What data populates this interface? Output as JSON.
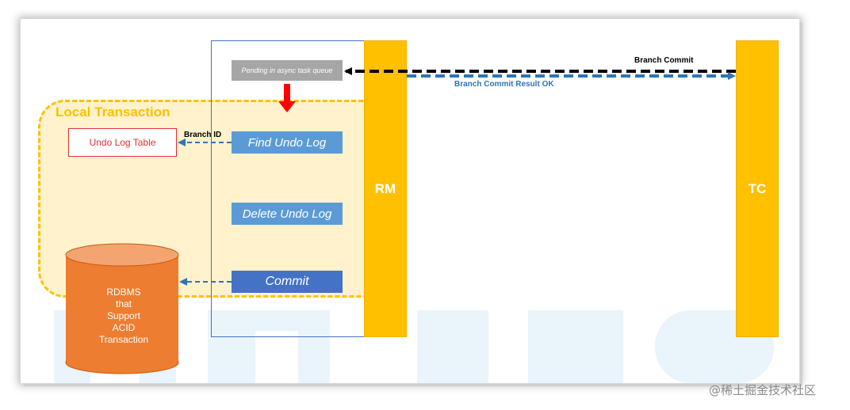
{
  "diagram": {
    "local_transaction_title": "Local Transaction",
    "rm_label": "RM",
    "tc_label": "TC",
    "undo_log_table": "Undo Log Table",
    "pending_queue": "Pending in async task queue",
    "find_undo_log": "Find Undo Log",
    "delete_undo_log": "Delete Undo Log",
    "commit": "Commit",
    "branch_commit": "Branch Commit",
    "branch_commit_result": "Branch Commit Result OK",
    "branch_id": "Branch ID",
    "database": "RDBMS\nthat\nSupport\nACID\nTransaction"
  },
  "colors": {
    "bar_yellow": "#ffc000",
    "local_tx_fill": "#fff2cc",
    "step_blue": "#5b9bd5",
    "commit_blue": "#4472c4",
    "db_orange": "#ed7d31",
    "arrow_red": "#ff0000",
    "arrow_blue": "#2e75b6"
  },
  "watermark": "@稀土掘金技术社区"
}
